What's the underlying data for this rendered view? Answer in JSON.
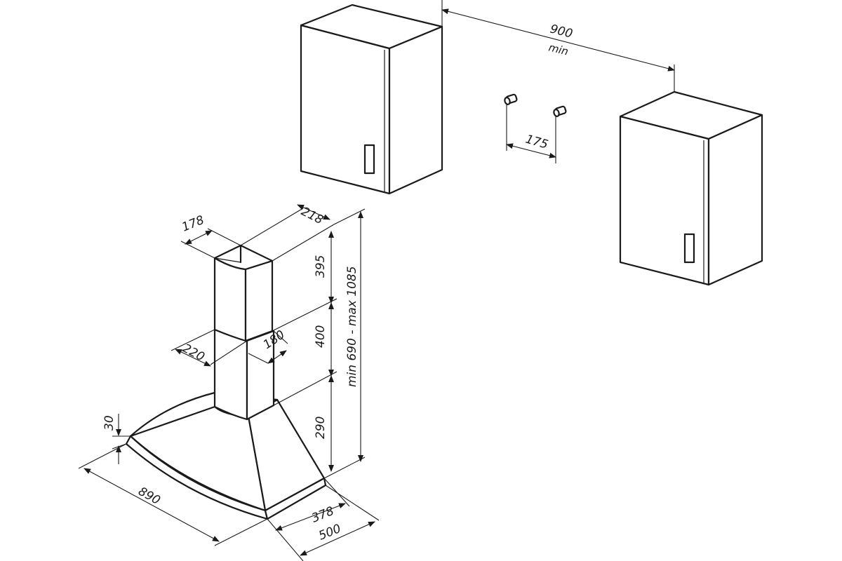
{
  "dimensions": {
    "cabinet_gap": "900",
    "cabinet_gap_note": "min",
    "screw_spacing": "175",
    "chimney_top_width": "218",
    "chimney_top_depth": "178",
    "upper_chimney_height": "395",
    "lower_chimney_height": "400",
    "chimney_mid_width": "220",
    "chimney_mid_depth": "180",
    "total_height_range": "min 690 - max 1085",
    "canopy_height": "290",
    "rim_thickness": "30",
    "hood_width": "890",
    "base_depth_inner": "378",
    "base_depth_outer": "500"
  }
}
